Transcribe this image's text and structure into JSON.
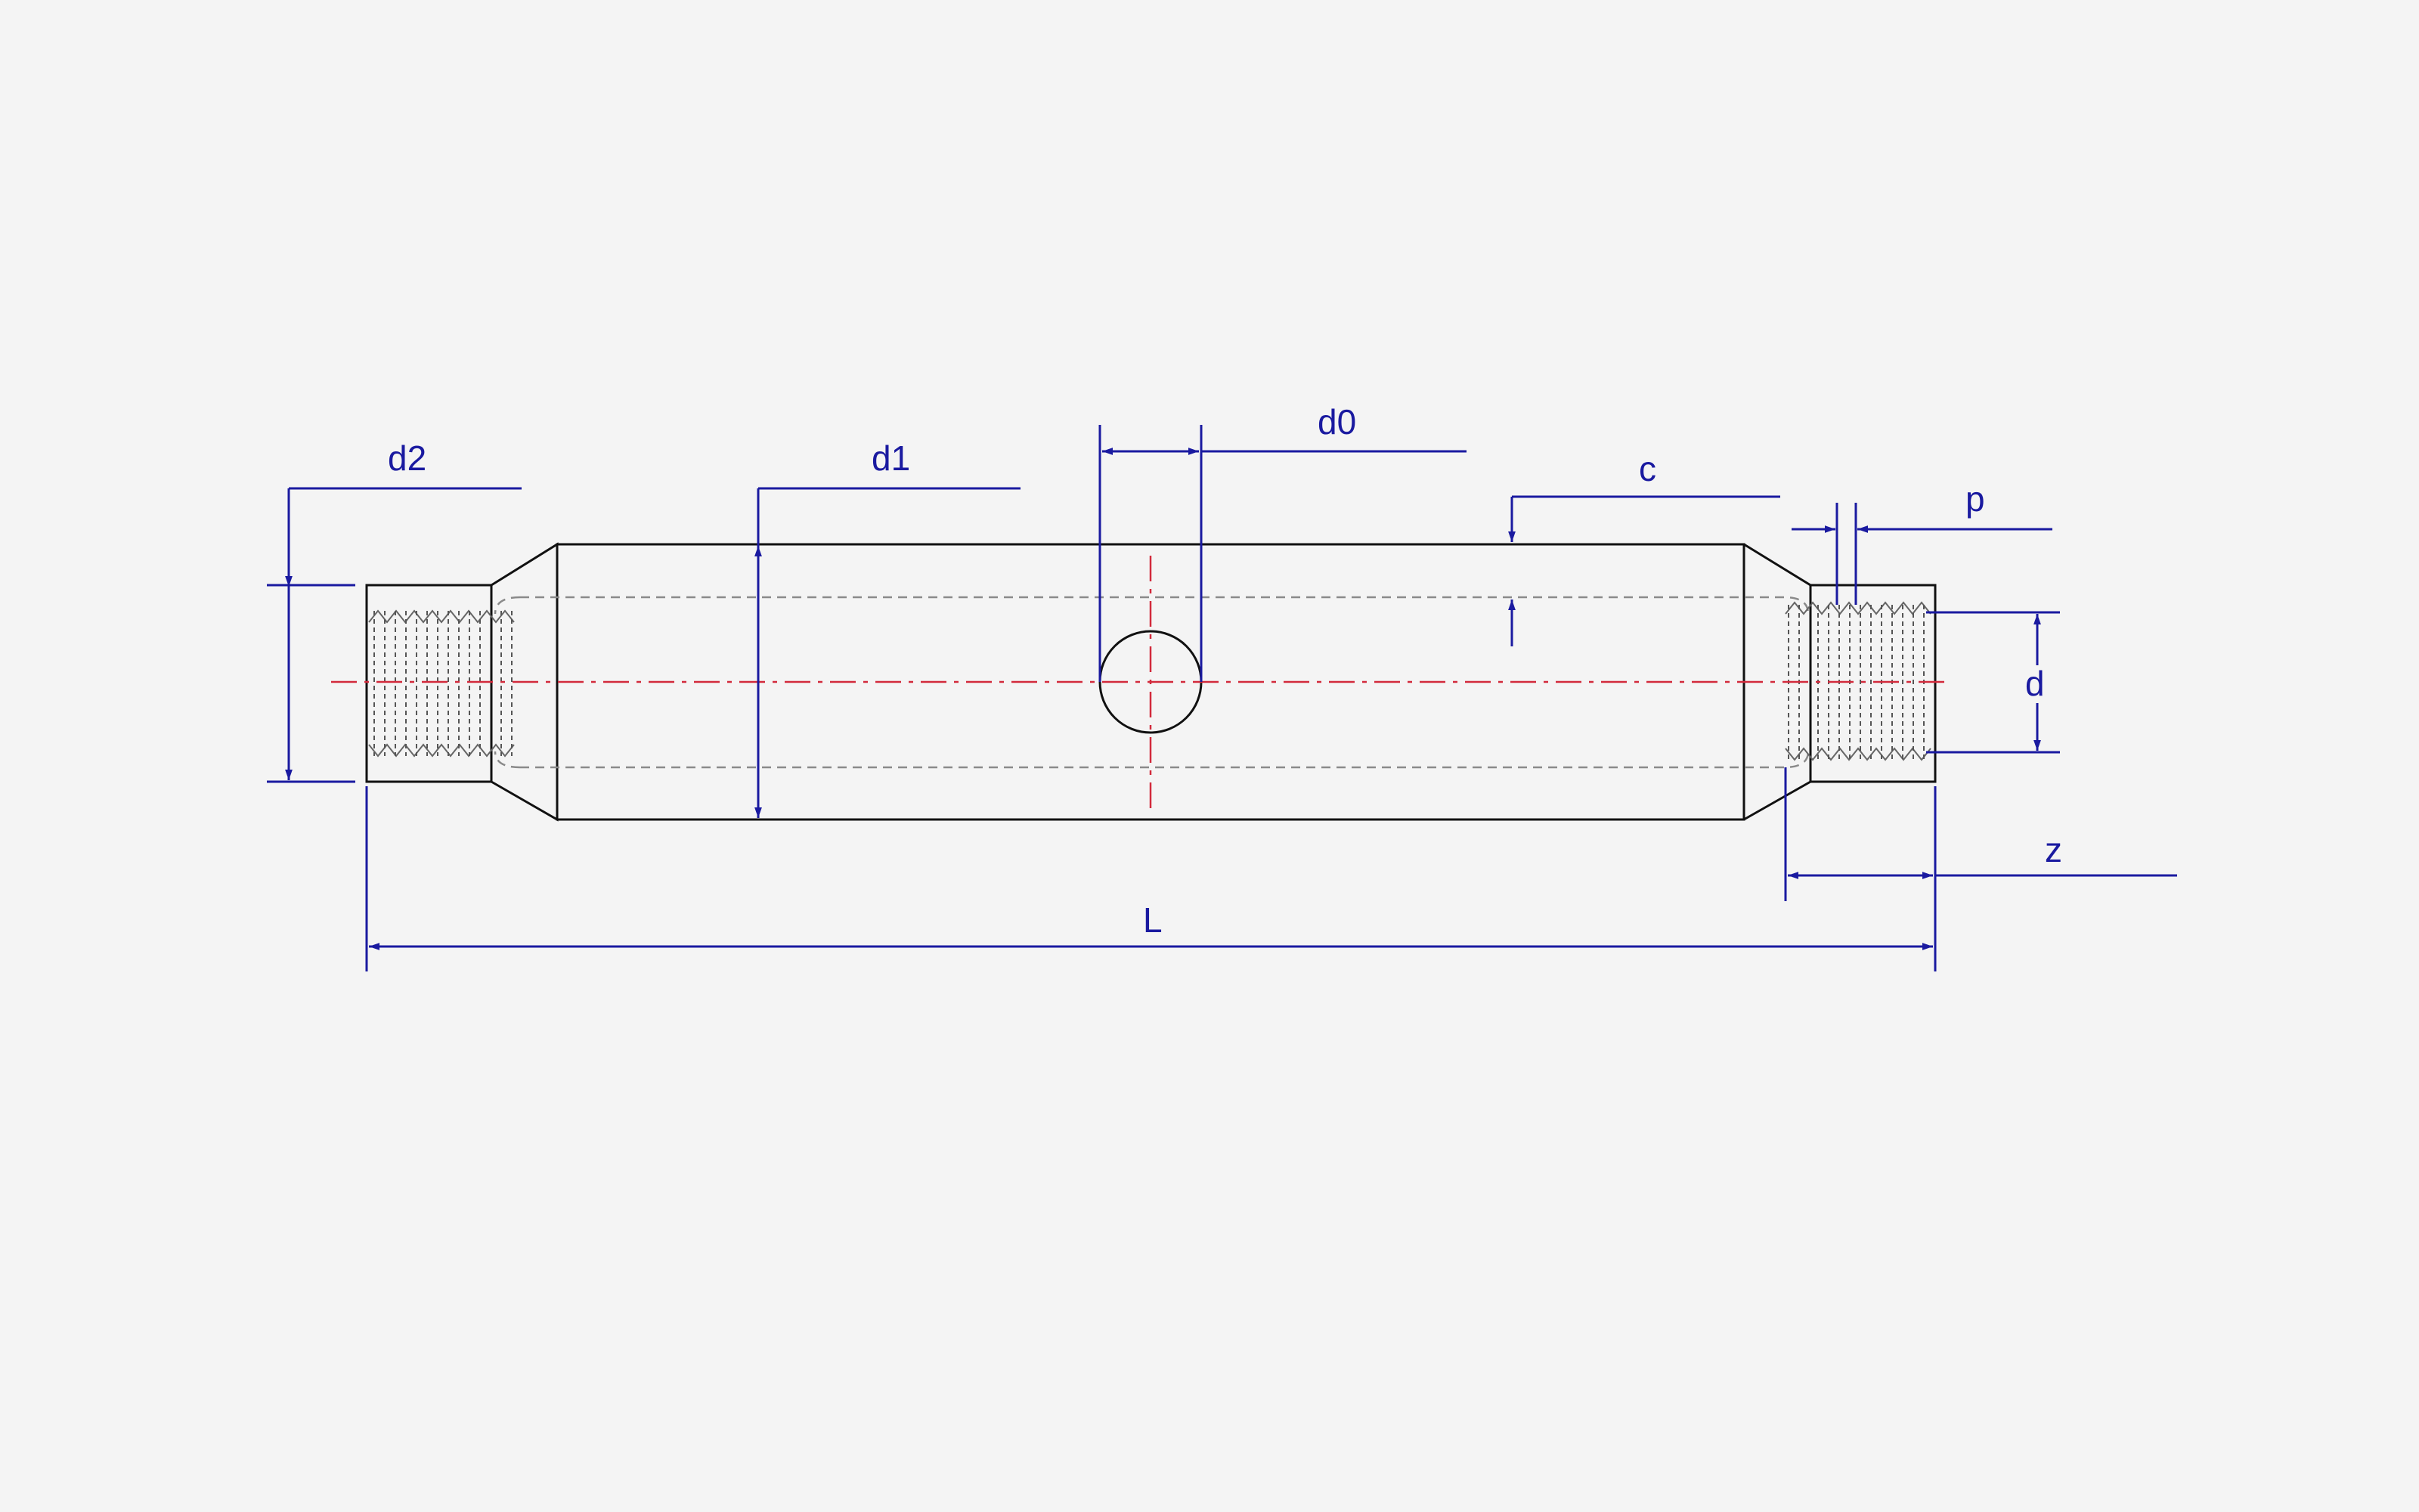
{
  "drawing": {
    "labels": {
      "d2": "d2",
      "d1": "d1",
      "d0": "d0",
      "c": "c",
      "p": "p",
      "d": "d",
      "z": "z",
      "L": "L"
    },
    "colors": {
      "background": "#f4f4f4",
      "outline": "#111111",
      "dimension": "#1a1aa0",
      "centerline": "#d22a3c",
      "hidden": "#8a8a8a"
    }
  }
}
